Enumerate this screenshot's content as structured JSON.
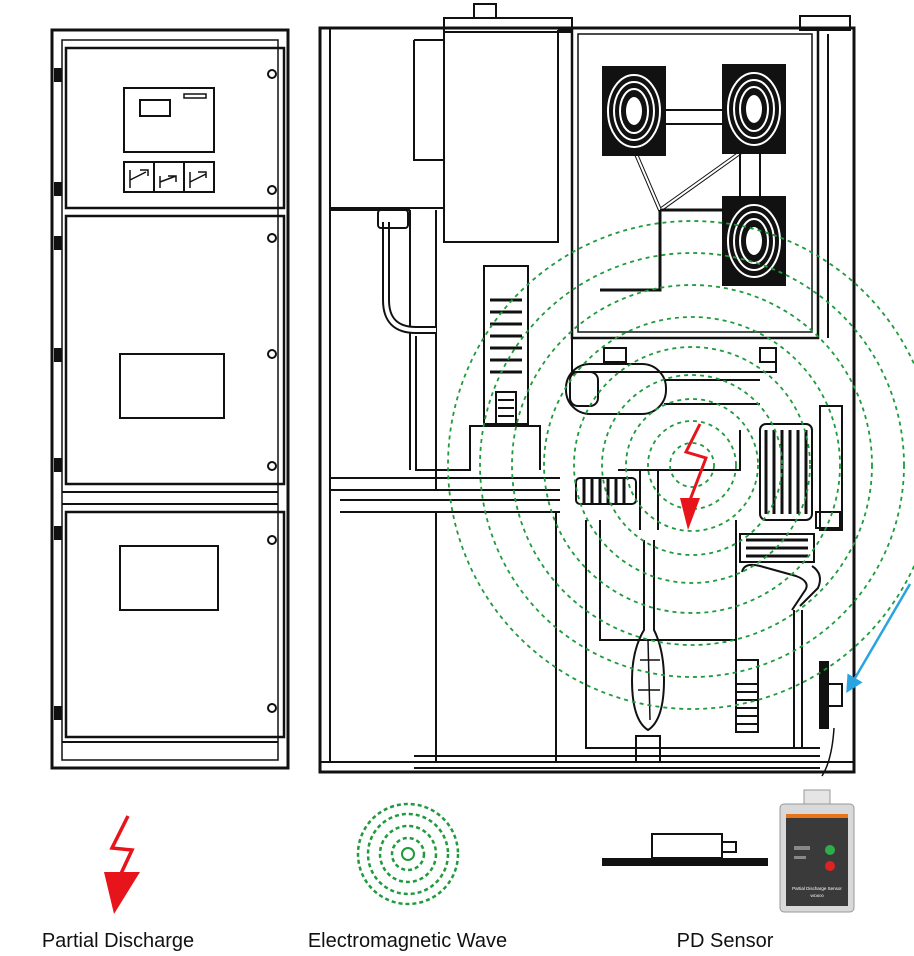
{
  "legend": {
    "partial_discharge": "Partial Discharge",
    "electromagnetic_wave": "Electromagnetic Wave",
    "pd_sensor": "PD Sensor"
  },
  "device": {
    "name": "Partial Discharge Sensor",
    "model": "WD600"
  },
  "colors": {
    "outline": "#111111",
    "discharge": "#e8141b",
    "wave": "#1f9a3c",
    "sensor_pointer": "#2aa4e0",
    "device_face": "#3a3a3a",
    "device_accent": "#e8751a"
  },
  "icons": [
    "lightning-bolt-icon",
    "concentric-wave-icon",
    "pd-sensor-icon"
  ]
}
